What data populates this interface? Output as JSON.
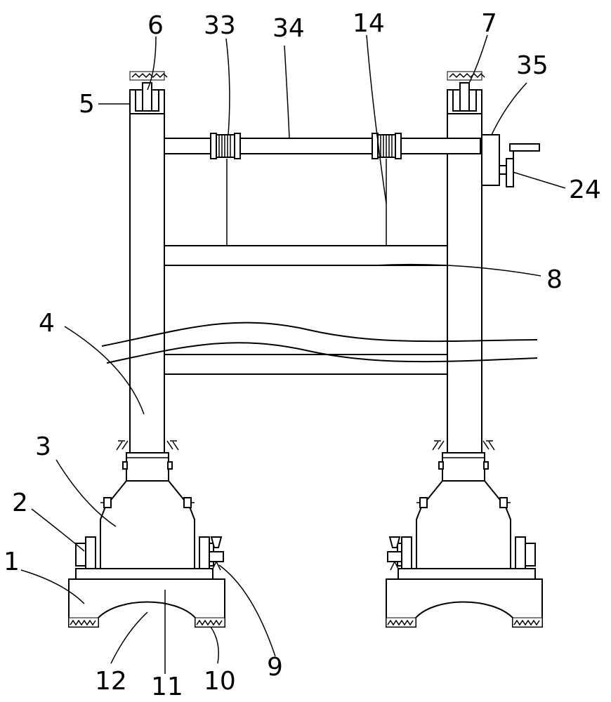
{
  "callouts": [
    {
      "id": "c1",
      "text": "1"
    },
    {
      "id": "c2",
      "text": "2"
    },
    {
      "id": "c3",
      "text": "3"
    },
    {
      "id": "c4",
      "text": "4"
    },
    {
      "id": "c5",
      "text": "5"
    },
    {
      "id": "c6",
      "text": "6"
    },
    {
      "id": "c7",
      "text": "7"
    },
    {
      "id": "c8",
      "text": "8"
    },
    {
      "id": "c9",
      "text": "9"
    },
    {
      "id": "c10",
      "text": "10"
    },
    {
      "id": "c11",
      "text": "11"
    },
    {
      "id": "c12",
      "text": "12"
    },
    {
      "id": "c14",
      "text": "14"
    },
    {
      "id": "c24",
      "text": "24"
    },
    {
      "id": "c33",
      "text": "33"
    },
    {
      "id": "c34",
      "text": "34"
    },
    {
      "id": "c35",
      "text": "35"
    }
  ]
}
